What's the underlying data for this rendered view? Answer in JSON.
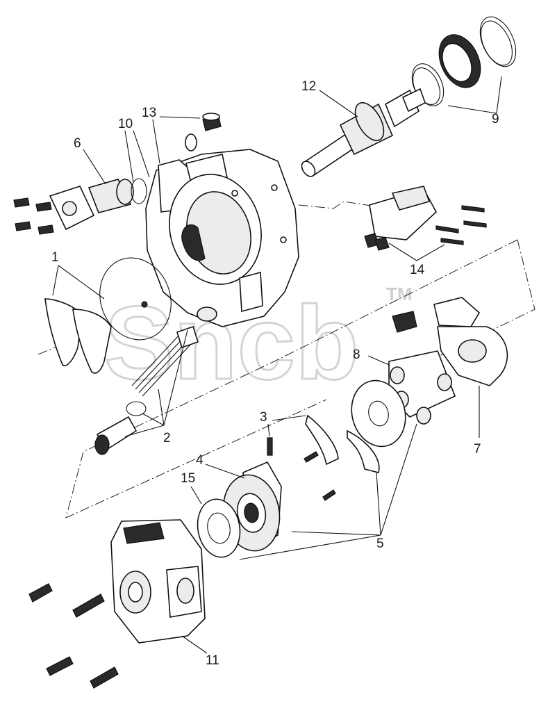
{
  "diagram": {
    "watermark": {
      "text": "Sncb",
      "trademark": "TM"
    },
    "callouts": [
      {
        "id": "1",
        "label": "1"
      },
      {
        "id": "2",
        "label": "2"
      },
      {
        "id": "3",
        "label": "3"
      },
      {
        "id": "4",
        "label": "4"
      },
      {
        "id": "5",
        "label": "5"
      },
      {
        "id": "6",
        "label": "6"
      },
      {
        "id": "7",
        "label": "7"
      },
      {
        "id": "8",
        "label": "8"
      },
      {
        "id": "9",
        "label": "9"
      },
      {
        "id": "10",
        "label": "10"
      },
      {
        "id": "11",
        "label": "11"
      },
      {
        "id": "12",
        "label": "12"
      },
      {
        "id": "13",
        "label": "13"
      },
      {
        "id": "14",
        "label": "14"
      },
      {
        "id": "15",
        "label": "15"
      }
    ]
  }
}
